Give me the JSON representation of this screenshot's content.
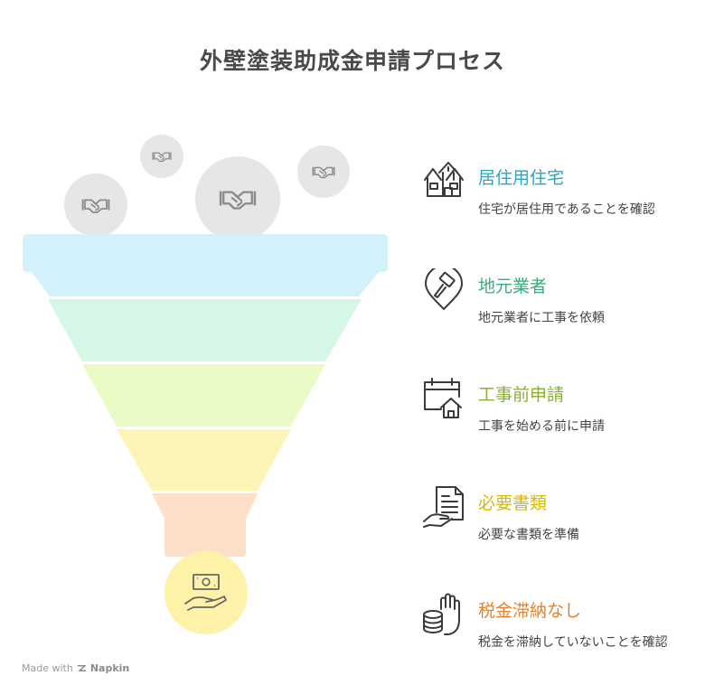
{
  "title": "外壁塗装助成金申請プロセス",
  "steps": [
    {
      "title": "居住用住宅",
      "desc": "住宅が居住用であることを確認",
      "icon": "house-icon",
      "color": "#2aa5c8"
    },
    {
      "title": "地元業者",
      "desc": "地元業者に工事を依頼",
      "icon": "map-pin-hammer-icon",
      "color": "#34b07a"
    },
    {
      "title": "工事前申請",
      "desc": "工事を始める前に申請",
      "icon": "calendar-house-icon",
      "color": "#88b032"
    },
    {
      "title": "必要書類",
      "desc": "必要な書類を準備",
      "icon": "document-hand-icon",
      "color": "#d9b800"
    },
    {
      "title": "税金滞納なし",
      "desc": "税金を滞納していないことを確認",
      "icon": "hand-coins-icon",
      "color": "#e3822f"
    }
  ],
  "funnel_colors": [
    "#d2f1fb",
    "#d6f7e5",
    "#ebfbc6",
    "#fdf4b7",
    "#fde0c7"
  ],
  "bubble_color": "#e6e6e6",
  "output_color": "#fdf2a8",
  "footer": {
    "made_with": "Made with",
    "brand": "Napkin"
  }
}
